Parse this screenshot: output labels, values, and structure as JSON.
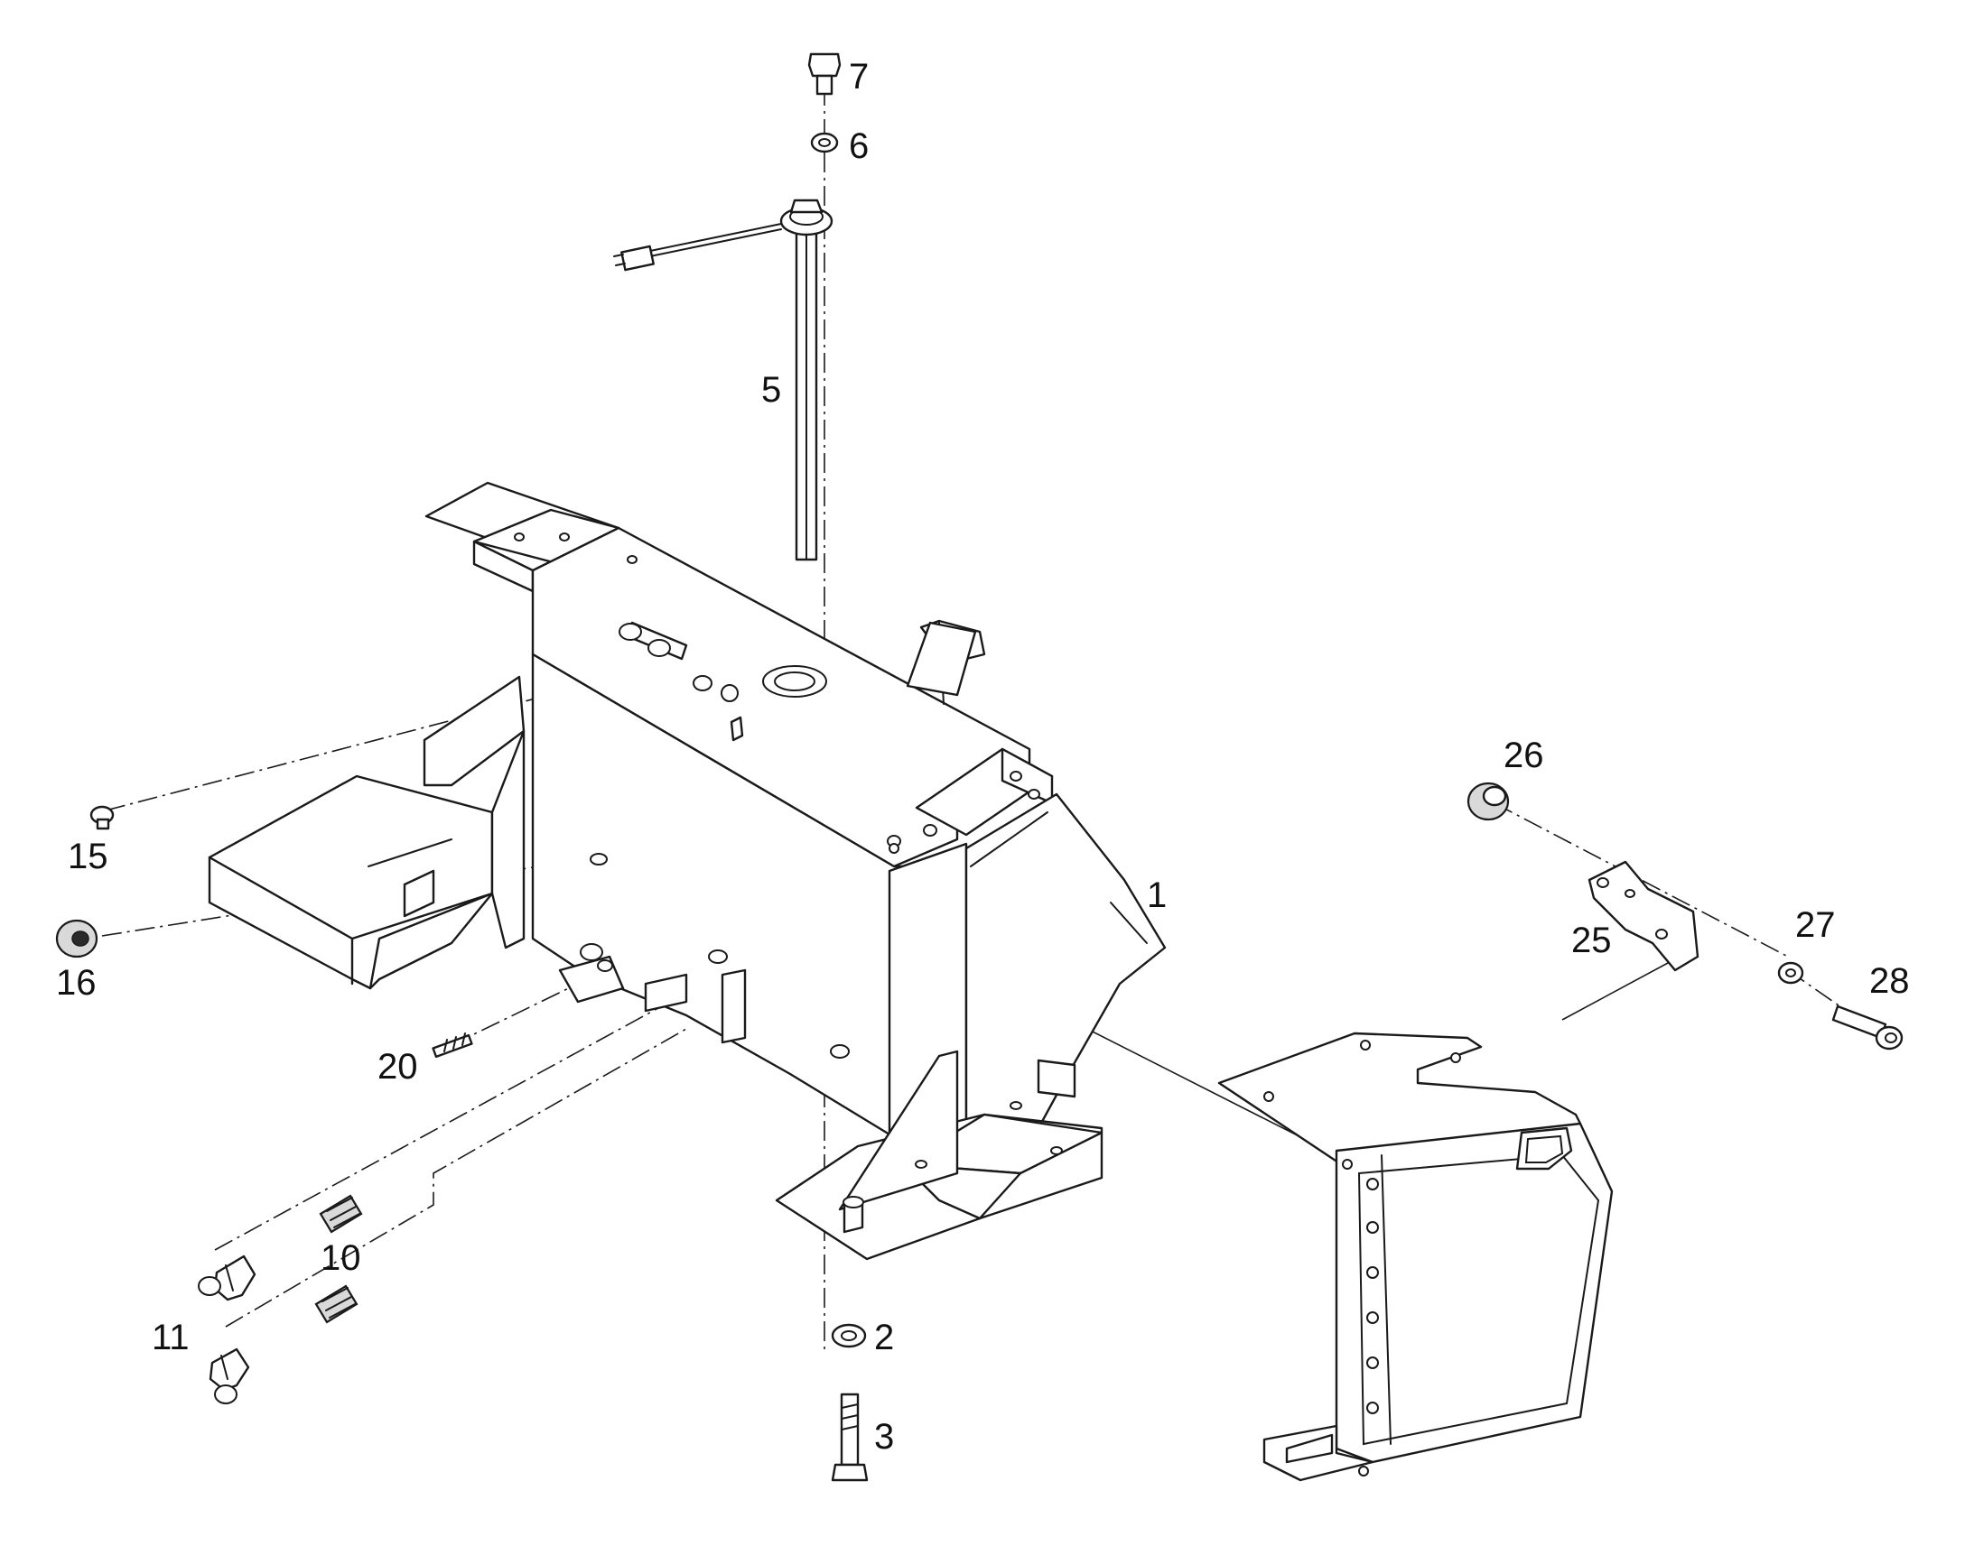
{
  "callouts": {
    "c1": "1",
    "c2": "2",
    "c3": "3",
    "c5": "5",
    "c6": "6",
    "c7": "7",
    "c10": "10",
    "c11": "11",
    "c15": "15",
    "c16": "16",
    "c20": "20",
    "c25": "25",
    "c26": "26",
    "c27": "27",
    "c28": "28"
  },
  "colors": {
    "line": "#1a1a1a",
    "background": "#ffffff"
  }
}
